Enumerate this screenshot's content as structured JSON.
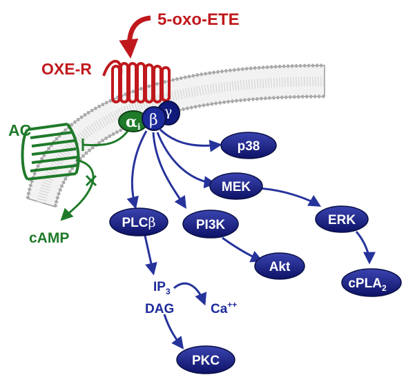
{
  "ligand": {
    "label": "5-oxo-ETE",
    "color": "#c0181c"
  },
  "receptor": {
    "label": "OXE-R",
    "color": "#c0181c"
  },
  "adenylyl_cyclase": {
    "label": "AC",
    "color": "#1f7a2a"
  },
  "camp": {
    "label": "cAMP",
    "color": "#1f7a2a"
  },
  "g_protein": {
    "alpha": "α",
    "alpha_sub": "i",
    "beta": "β",
    "gamma": "γ",
    "alpha_color": "#1f7a2a",
    "beta_color": "#1c2a9a",
    "gamma_color": "#0f1a7a"
  },
  "nodes": {
    "p38": "p38",
    "mek": "MEK",
    "erk": "ERK",
    "cpla2_main": "cPLA",
    "cpla2_sub": "2",
    "plcb_main": "PLC",
    "plcb_greek": "β",
    "pi3k": "PI3K",
    "akt": "Akt",
    "pkc": "PKC"
  },
  "second_messengers": {
    "ip3_main": "IP",
    "ip3_sub": "3",
    "dag": "DAG",
    "ca_main": "Ca",
    "ca_sup": "++"
  },
  "colors": {
    "node_fill": "#141a78",
    "arrow": "#26339b",
    "membrane_head": "#b8b8b8",
    "membrane_tail": "#d8d8d8"
  }
}
